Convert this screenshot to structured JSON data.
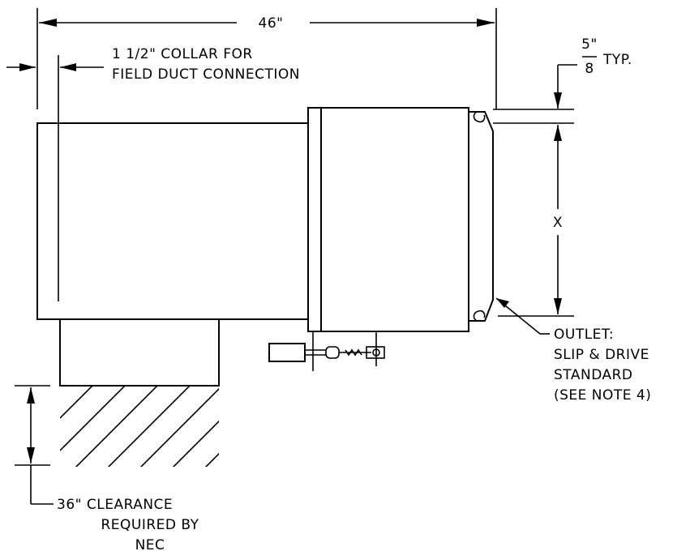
{
  "dimensions": {
    "overall_width": "46\"",
    "collar_line1": "1 1/2\" COLLAR FOR",
    "collar_line2": "FIELD DUCT CONNECTION",
    "typ_numerator": "5\"",
    "typ_denominator": "8",
    "typ_suffix": "TYP.",
    "outlet_height": "X"
  },
  "outlet_note": {
    "line1": "OUTLET:",
    "line2": "SLIP & DRIVE",
    "line3": "STANDARD",
    "line4": "(SEE NOTE 4)"
  },
  "clearance_note": {
    "line1": "36\" CLEARANCE",
    "line2": "REQUIRED BY",
    "line3": "NEC"
  },
  "colors": {
    "ink": "#000000",
    "paper": "#ffffff"
  }
}
